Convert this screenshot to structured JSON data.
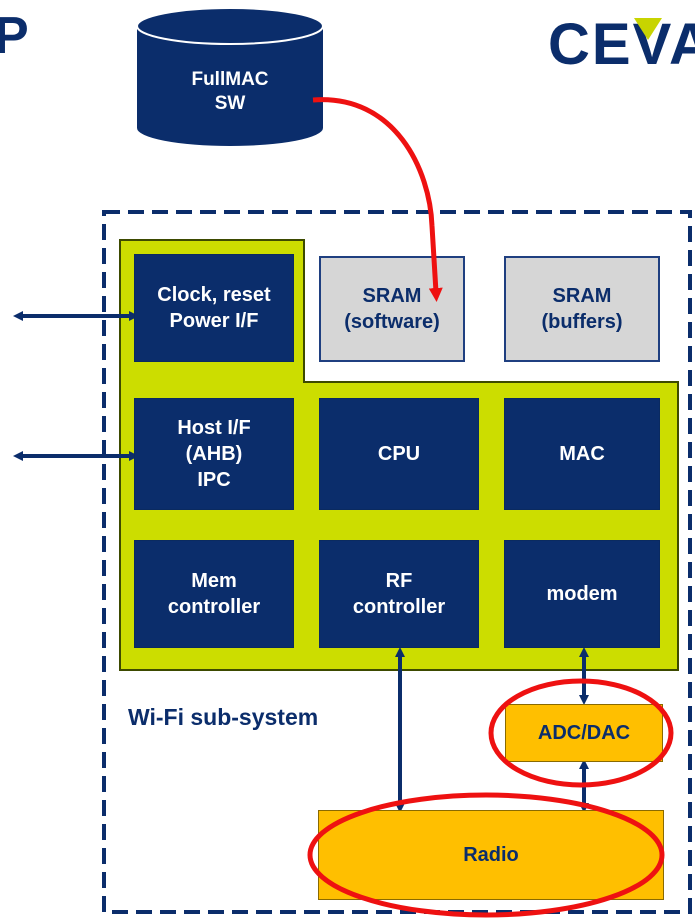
{
  "logos": {
    "left_fragment": "P",
    "right_fragment": "CEVA"
  },
  "storage": {
    "label": "FullMAC\nSW"
  },
  "subsystem": {
    "label": "Wi-Fi sub-system"
  },
  "blocks": {
    "clock": "Clock, reset\nPower I/F",
    "sram_software": "SRAM\n(software)",
    "sram_buffers": "SRAM\n(buffers)",
    "host": "Host I/F\n(AHB)\nIPC",
    "cpu": "CPU",
    "mac": "MAC",
    "mem": "Mem\ncontroller",
    "rf": "RF\ncontroller",
    "modem": "modem",
    "adc": "ADC/DAC",
    "radio": "Radio"
  },
  "colors": {
    "dark_blue": "#0b2d6b",
    "lime": "#ccdd00",
    "orange": "#ffbf00",
    "red": "#ee1111",
    "gray": "#d6d6d6"
  }
}
